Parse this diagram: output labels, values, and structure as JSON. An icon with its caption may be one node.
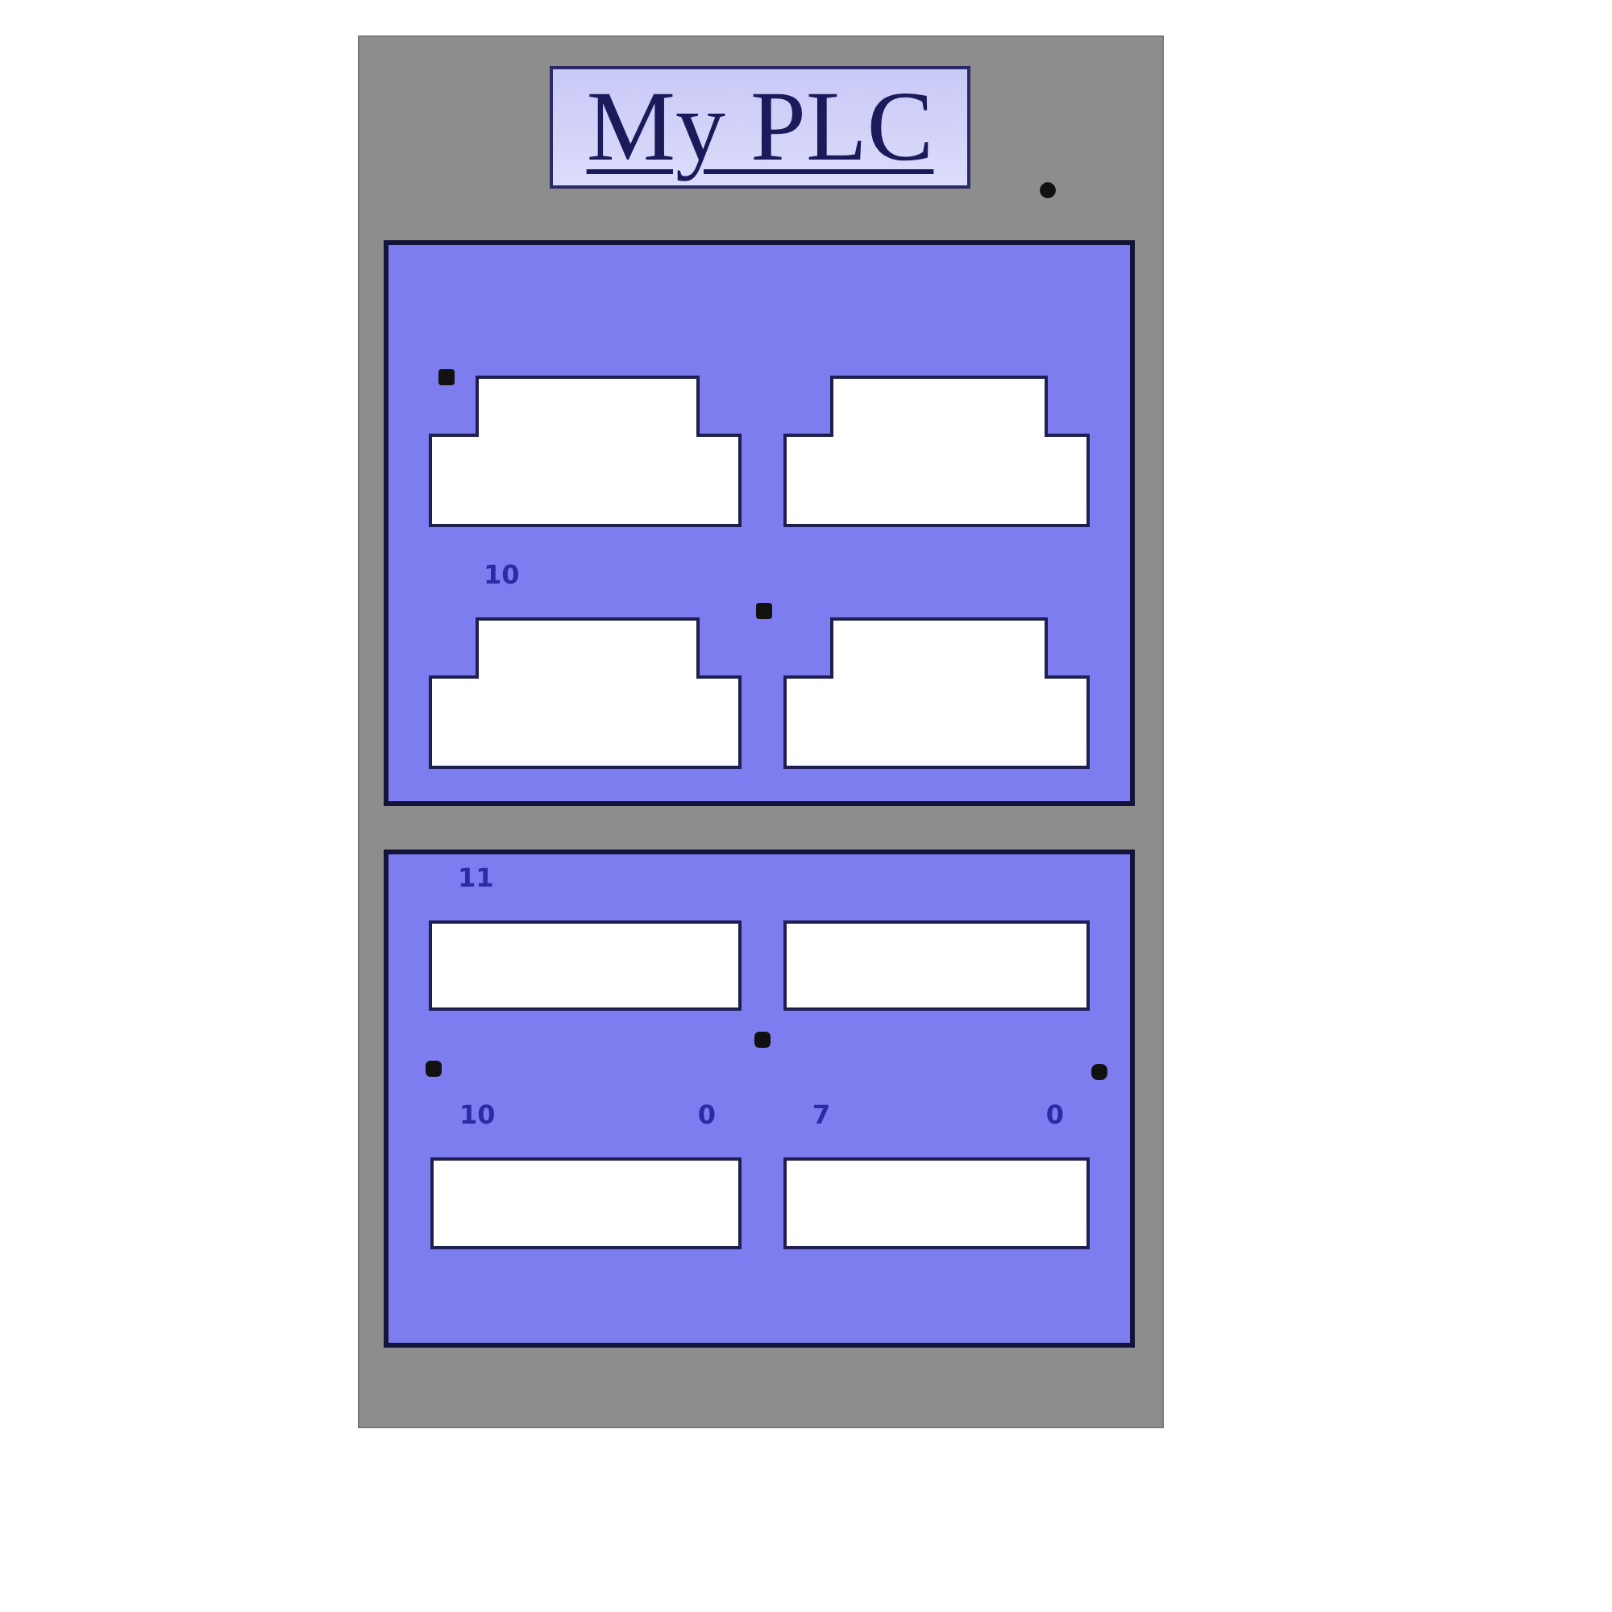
{
  "diagram": {
    "nodes": [
      {
        "text": [],
        "shape": "box"
      },
      {
        "text": [
          "My PLC"
        ],
        "in": 0
      },
      {
        "text": [],
        "shape": "box",
        "in": 0
      },
      {
        "text": [],
        "shape": "tab",
        "in": 2
      },
      {
        "text": [],
        "shape": "tab",
        "in": 2
      },
      {
        "text": [],
        "shape": "tab",
        "in": 2,
        "beside": [
          "10"
        ]
      },
      {
        "text": [],
        "shape": "tab",
        "in": 2
      },
      {
        "text": [],
        "shape": "box",
        "in": 0
      },
      {
        "text": [],
        "shape": "box",
        "in": 7,
        "beside": [
          "11"
        ]
      },
      {
        "text": [],
        "shape": "box",
        "in": 7
      },
      {
        "text": [],
        "shape": "box",
        "in": 7,
        "beside": [
          "10",
          "0"
        ]
      },
      {
        "text": [],
        "shape": "box",
        "in": 7,
        "beside": [
          "7",
          "0"
        ]
      }
    ]
  }
}
